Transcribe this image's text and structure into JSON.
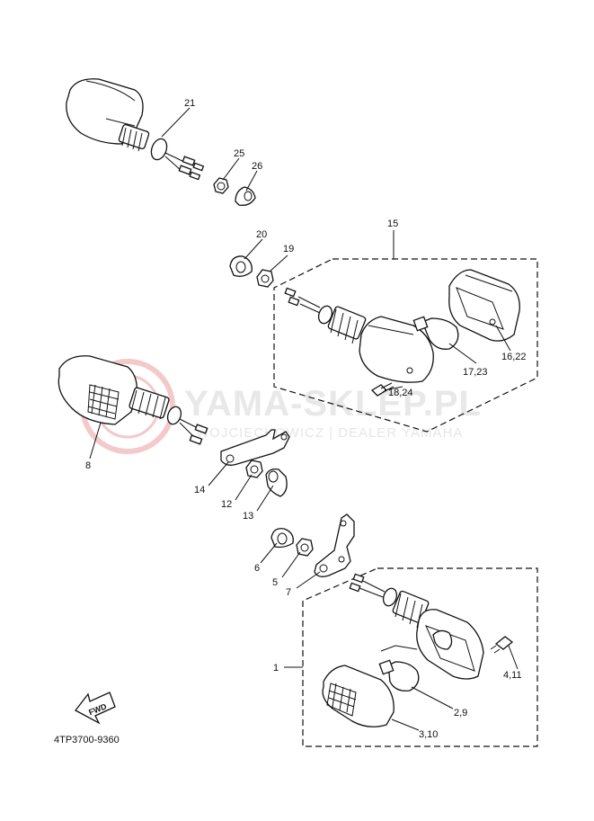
{
  "watermark": {
    "brand": "YAMA-SKLEP.PL",
    "dealer": "WOJCIECHOWICZ | DEALER YAMAHA"
  },
  "diagram_code": "4TP3700-9360",
  "fwd_label": "FWD",
  "callouts": [
    {
      "id": "c21",
      "text": "21"
    },
    {
      "id": "c25",
      "text": "25"
    },
    {
      "id": "c26",
      "text": "26"
    },
    {
      "id": "c15",
      "text": "15"
    },
    {
      "id": "c20",
      "text": "20"
    },
    {
      "id": "c19",
      "text": "19"
    },
    {
      "id": "c16_22",
      "text": "16,22"
    },
    {
      "id": "c17_23",
      "text": "17,23"
    },
    {
      "id": "c18_24",
      "text": "18,24"
    },
    {
      "id": "c8",
      "text": "8"
    },
    {
      "id": "c14",
      "text": "14"
    },
    {
      "id": "c12",
      "text": "12"
    },
    {
      "id": "c13",
      "text": "13"
    },
    {
      "id": "c6",
      "text": "6"
    },
    {
      "id": "c5",
      "text": "5"
    },
    {
      "id": "c7",
      "text": "7"
    },
    {
      "id": "c1",
      "text": "1"
    },
    {
      "id": "c4_11",
      "text": "4,11"
    },
    {
      "id": "c2_9",
      "text": "2,9"
    },
    {
      "id": "c3_10",
      "text": "3,10"
    }
  ]
}
